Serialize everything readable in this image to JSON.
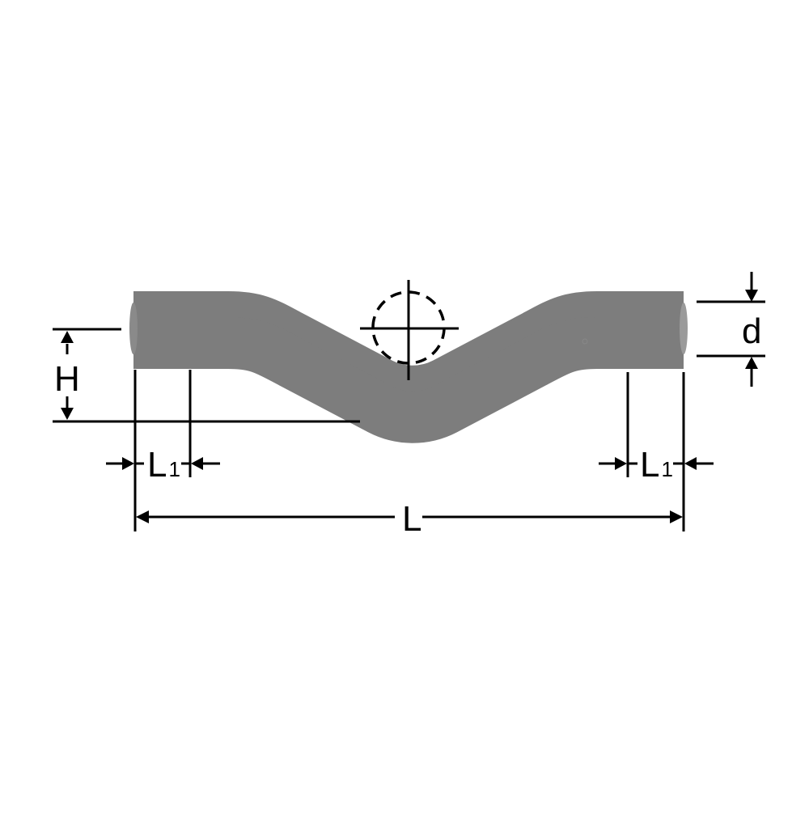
{
  "diagram": {
    "type": "technical-drawing",
    "subject": "pipe crossover bend",
    "colors": {
      "background": "#ffffff",
      "line": "#000000",
      "pipe_dark": "#6e6e6e",
      "pipe_mid": "#a8a8a8",
      "pipe_light": "#e2e2e2"
    },
    "dimensions": {
      "height": {
        "label": "H"
      },
      "diameter": {
        "label": "d"
      },
      "length": {
        "label": "L"
      },
      "leg_left": {
        "label": "L",
        "subscript": "1"
      },
      "leg_right": {
        "label": "L",
        "subscript": "1"
      }
    },
    "symbols": {
      "crossing_pipe": "dashed-circle-with-centerlines"
    }
  }
}
